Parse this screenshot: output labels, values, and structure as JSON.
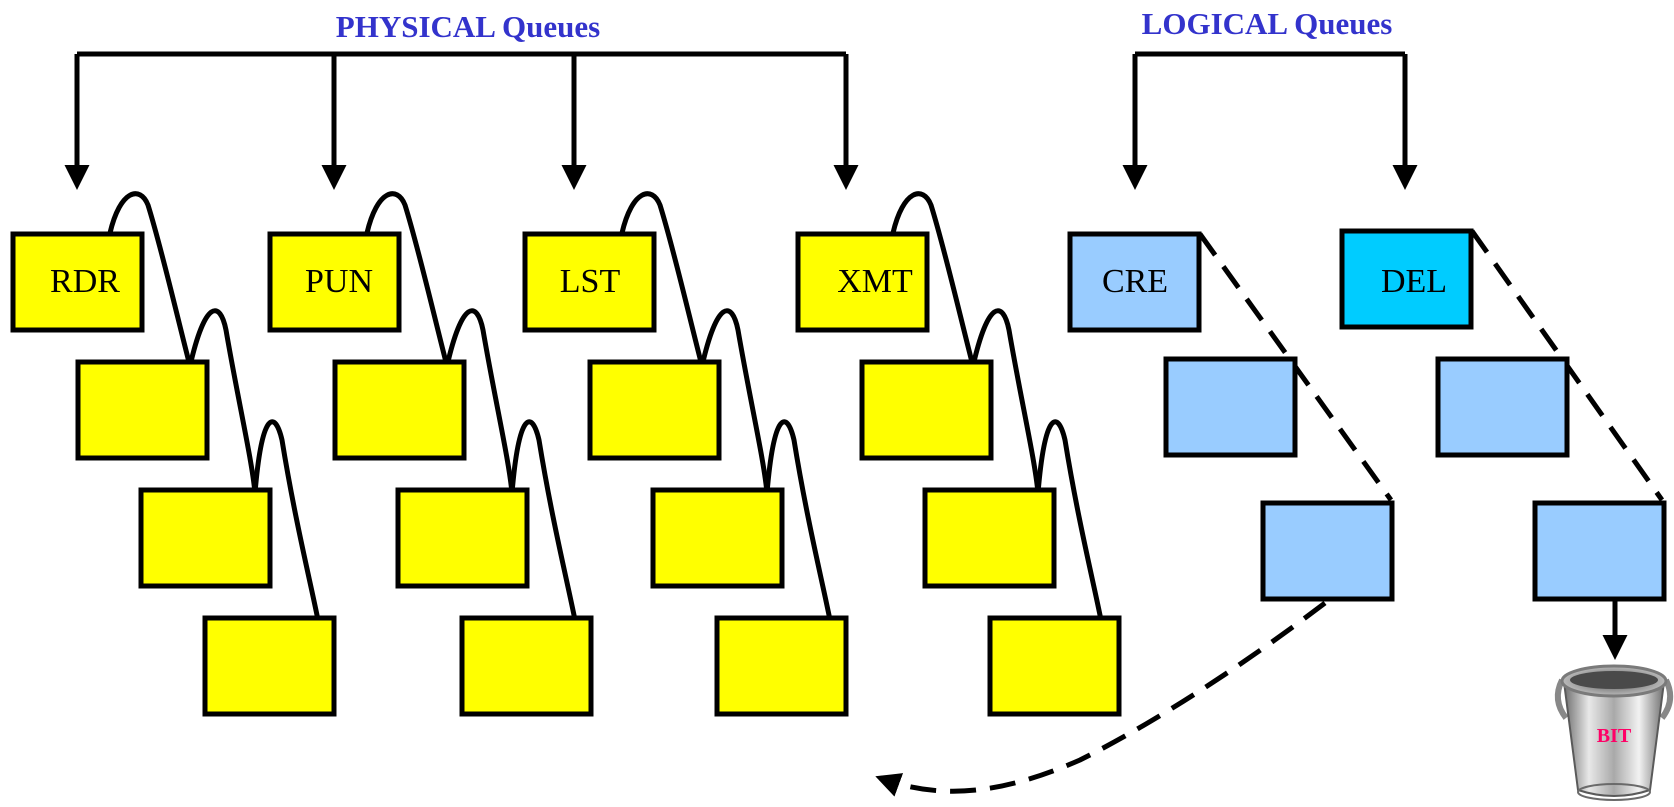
{
  "headers": {
    "physical": "PHYSICAL Queues",
    "logical": "LOGICAL Queues"
  },
  "physical_queues": [
    {
      "label": "RDR"
    },
    {
      "label": "PUN"
    },
    {
      "label": "LST"
    },
    {
      "label": "XMT"
    }
  ],
  "logical_queues": [
    {
      "label": "CRE"
    },
    {
      "label": "DEL"
    }
  ],
  "bucket": {
    "label": "BIT",
    "icon": "bit-bucket-icon"
  },
  "colors": {
    "header_text": "#3333cc",
    "physical_fill": "#ffff00",
    "logical_fill": "#99ccff",
    "del_head_fill": "#00ccff",
    "bit_text": "#ff0066",
    "stroke": "#000000"
  }
}
